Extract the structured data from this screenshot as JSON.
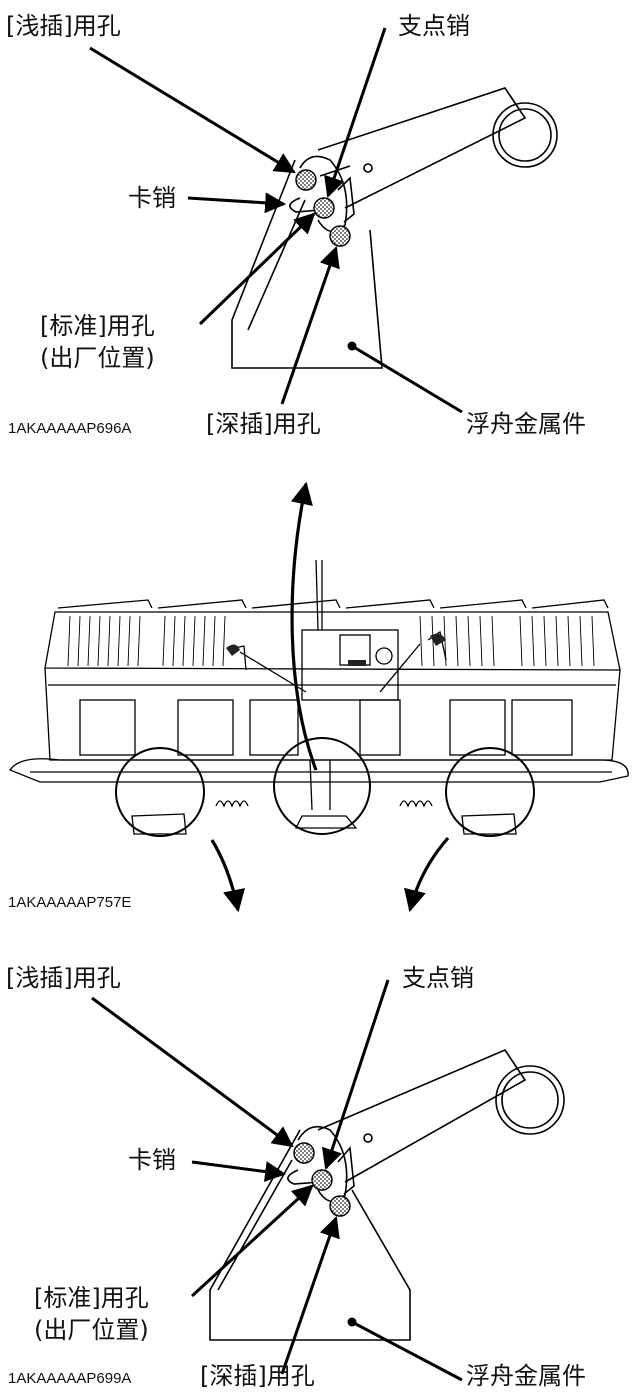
{
  "detail_top": {
    "shallow_hole": "[浅插]用孔",
    "pivot_pin": "支点销",
    "clip_pin": "卡销",
    "standard_hole_line1": "[标准]用孔",
    "standard_hole_line2": "(出厂位置)",
    "deep_hole": "[深插]用孔",
    "float_bracket": "浮舟金属件",
    "figure_code": "1AKAAAAAP696A"
  },
  "overview": {
    "figure_code": "1AKAAAAAP757E"
  },
  "detail_bottom": {
    "shallow_hole": "[浅插]用孔",
    "pivot_pin": "支点销",
    "clip_pin": "卡销",
    "standard_hole_line1": "[标准]用孔",
    "standard_hole_line2": "(出厂位置)",
    "deep_hole": "[深插]用孔",
    "float_bracket": "浮舟金属件",
    "figure_code": "1AKAAAAAP699A"
  }
}
